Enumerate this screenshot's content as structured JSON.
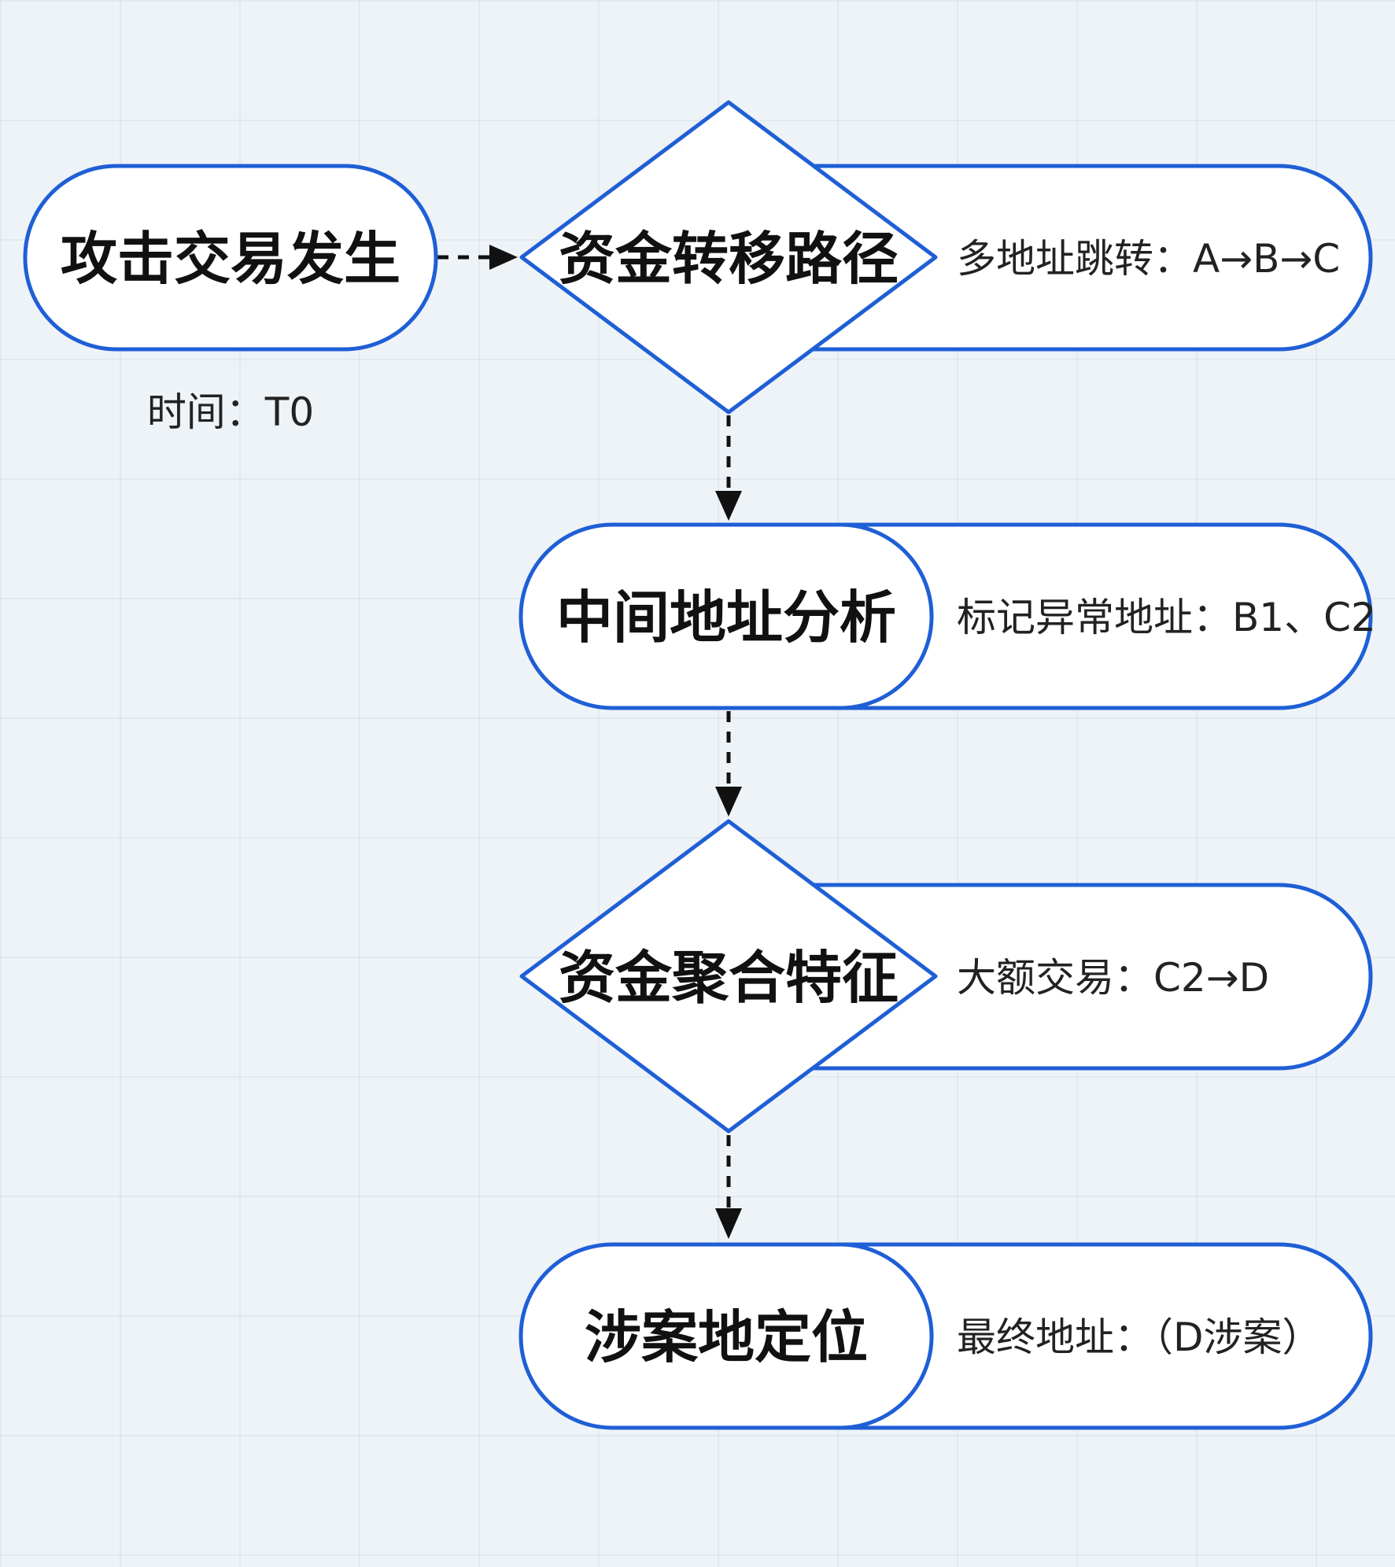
{
  "diagram": {
    "nodes": [
      {
        "id": "start",
        "shape": "terminal",
        "label": "攻击交易发生",
        "note": "时间：T0"
      },
      {
        "id": "path",
        "shape": "decision",
        "label": "资金转移路径",
        "detail": "多地址跳转：A→B→C"
      },
      {
        "id": "mid",
        "shape": "terminal",
        "label": "中间地址分析",
        "detail": "标记异常地址：B1、C2"
      },
      {
        "id": "agg",
        "shape": "decision",
        "label": "资金聚合特征",
        "detail": "大额交易：C2→D"
      },
      {
        "id": "locate",
        "shape": "terminal",
        "label": "涉案地定位",
        "detail": "最终地址：（D涉案）"
      }
    ],
    "edges": [
      {
        "from": "start",
        "to": "path",
        "style": "dashed"
      },
      {
        "from": "path",
        "to": "mid",
        "style": "dashed"
      },
      {
        "from": "mid",
        "to": "agg",
        "style": "dashed"
      },
      {
        "from": "agg",
        "to": "locate",
        "style": "dashed"
      }
    ]
  },
  "colors": {
    "node_stroke": "#1f5fd6",
    "node_fill": "#ffffff",
    "connector": "#111111",
    "background": "#eef3f8"
  }
}
